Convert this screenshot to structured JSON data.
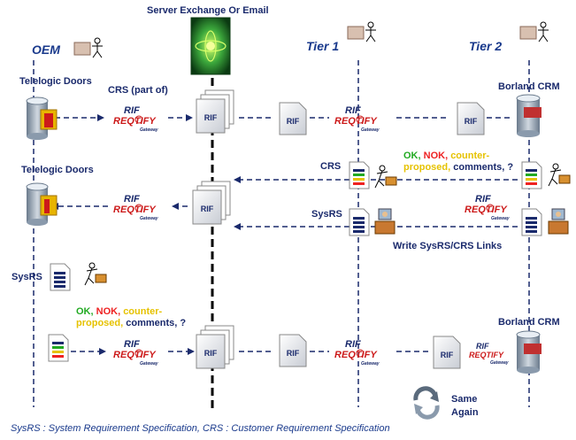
{
  "title": "Server Exchange Or Email",
  "actors": {
    "oem": "OEM",
    "tier1": "Tier 1",
    "tier2": "Tier 2"
  },
  "labels": {
    "telelogic1": "Telelogic Doors",
    "telelogic2": "Telelogic Doors",
    "crs_part_of": "CRS (part of)",
    "borland1": "Borland CRM",
    "borland2": "Borland CRM",
    "crs": "CRS",
    "sysrs_tier1": "SysRS",
    "write_links": "Write SysRS/CRS Links",
    "sysrs_oem": "SysRS",
    "same": "Same",
    "again": "Again"
  },
  "status_words": {
    "ok": "OK,",
    "nok": "NOK,",
    "counter": "counter-",
    "proposed": "proposed,",
    "comments": "comments, ?"
  },
  "rif": "RIF",
  "gateway": {
    "top": "RIF",
    "bottom": "REQTIFY",
    "sub": "Gateway"
  },
  "footer": "SysRS : System Requirement Specification, CRS : Customer Requirement Specification",
  "colors": {
    "navy": "#1a2a6c",
    "ok": "#22aa22",
    "nok": "#ee2222",
    "counter": "#e6c200",
    "accent_red": "#cc1a1a"
  }
}
